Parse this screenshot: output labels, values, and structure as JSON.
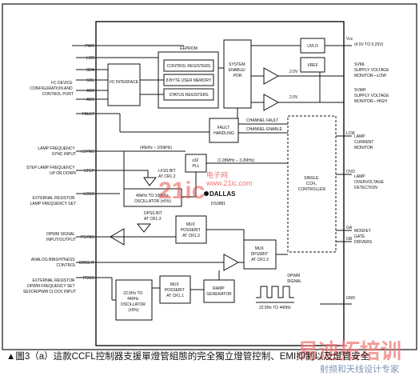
{
  "diagram": {
    "left_pins": [
      {
        "id": "pwr",
        "text": "PWR"
      },
      {
        "id": "lcd",
        "text": "LCD"
      },
      {
        "id": "sda",
        "text": "SDA"
      },
      {
        "id": "scl",
        "text": "SCL"
      },
      {
        "id": "ad0",
        "text": "AD0"
      },
      {
        "id": "ad1",
        "text": "AD1"
      },
      {
        "id": "fault",
        "text": "FAULT"
      },
      {
        "id": "lsync",
        "text": "LSYNC"
      },
      {
        "id": "step",
        "text": "STEP"
      },
      {
        "id": "losc",
        "text": "LOSC"
      },
      {
        "id": "psync",
        "text": "PSYNC"
      },
      {
        "id": "bright",
        "text": "BRIGHT"
      },
      {
        "id": "posc",
        "text": "POSC"
      }
    ],
    "left_labels": [
      {
        "id": "i2c-port",
        "lines": [
          "I²C DEVICE",
          "CONFIGURATION AND",
          "CONTROL PORT"
        ]
      },
      {
        "id": "lamp-freq-sync",
        "lines": [
          "LAMP FREQUENCY",
          "SYNC INPUT"
        ]
      },
      {
        "id": "step-freq",
        "lines": [
          "STEP LAMP FREQUENCY",
          "UP OR DOWN"
        ]
      },
      {
        "id": "ext-resistor-lamp",
        "lines": [
          "EXTERNAL RESISTOR",
          "LAMP FREQUENCY SET"
        ]
      },
      {
        "id": "dpwm-sync",
        "lines": [
          "DPWM SIGNAL",
          "INPUT/OUTPUT"
        ]
      },
      {
        "id": "analog-brightness",
        "lines": [
          "ANALOG BRIGHTNESS",
          "CONTROL"
        ]
      },
      {
        "id": "ext-resistor-dpwm",
        "lines": [
          "EXTERNAL RESISTOR",
          "DPWM FREQUENCY SET",
          "SEXOR/PWM CLOCK INPUT"
        ]
      }
    ],
    "right_pins": [
      {
        "id": "vcc",
        "text": "Vcc"
      },
      {
        "id": "lcm",
        "text": "LCM"
      },
      {
        "id": "ovd",
        "text": "OVD"
      },
      {
        "id": "ga",
        "text": "GA"
      },
      {
        "id": "gb",
        "text": "GB"
      },
      {
        "id": "gnd",
        "text": "GND"
      }
    ],
    "right_labels": [
      {
        "id": "vcc-range",
        "lines": [
          "(4.5V TO 5.25V)"
        ]
      },
      {
        "id": "svml",
        "lines": [
          "SVML",
          "SUPPLY VOLTAGE",
          "MONITOR—LOW"
        ]
      },
      {
        "id": "svmh",
        "lines": [
          "SVMH",
          "SUPPLY VOLTAGE",
          "MONITOR—HIGH"
        ]
      },
      {
        "id": "lamp-current",
        "lines": [
          "LAMP",
          "CURRENT",
          "MONITOR"
        ]
      },
      {
        "id": "lamp-ovd",
        "lines": [
          "LAMP",
          "OVERVOLTAGE",
          "DETECTION"
        ]
      },
      {
        "id": "mosfet",
        "lines": [
          "MOSFET",
          "GATE",
          "DRIVERS"
        ]
      }
    ],
    "blocks": {
      "eeprom": "EEPROM",
      "control_registers": "CONTROL REGISTERS",
      "user_memory": "8 BYTE USER MEMORY",
      "status_registers": "STATUS REGISTERS",
      "i2c": "I²C INTERFACE",
      "system_enable": [
        "SYSTEM",
        "ENABLE/",
        "POR"
      ],
      "uvlo": "UVLO",
      "vref": "VREF",
      "fault_handling": [
        "FAULT",
        "HANDLING"
      ],
      "channel_fault": "CHANNEL FAULT",
      "channel_enable": "CHANNEL ENABLE",
      "x32_pll": [
        "x32",
        "PLL"
      ],
      "lamp_osc": [
        "40kHz TO 100kHz",
        "OSCILLATOR (±5%)"
      ],
      "single_ccfl": [
        "SINGLE",
        "CCFL",
        "CONTROLLER"
      ],
      "dpwm_mux1": [
        "MUX",
        "POSSEBIT",
        "AT CR1.3"
      ],
      "dpwm_mux2": [
        "MUX",
        "DPSSBIT",
        "AT CR1.3"
      ],
      "ramp": [
        "RAMP",
        "GENERATOR"
      ],
      "dpwm_osc": [
        "22.5Hz TO",
        "440Hz",
        "OSCILLATOR",
        "(±5%)"
      ],
      "dpwm_mux3": [
        "MUX",
        "POSSEBIT",
        "AT CR1.1"
      ]
    },
    "annotations": {
      "freq_top": "(40kHz – 100kHz)",
      "pll_freq": "(1.28MHz – 3.2MHz)",
      "lfss": [
        "LFSS BIT",
        "AT CR1.2"
      ],
      "dpssbit": [
        "DPSS BIT",
        "AT CR1.3"
      ],
      "v1": "2.0V",
      "v2": "2.0V",
      "dpwm_signal": [
        "DPWM",
        "SIGNAL"
      ],
      "dpwm_range": "22.5Hz TO 440Hz"
    },
    "chip": {
      "brand": "DALLAS",
      "part": "DS3881"
    },
    "caption": "▲圖3（a）這款CCFL控制器支援單燈管組態的完全獨立燈管控制、EMI抑制以及燈管安全"
  },
  "watermarks": {
    "site_big": "21ic",
    "site_cn": "电子网",
    "site_url": "www.21ic.com",
    "brand_big": "易迪拓培训",
    "brand_small": "射频和天线设计专家"
  }
}
